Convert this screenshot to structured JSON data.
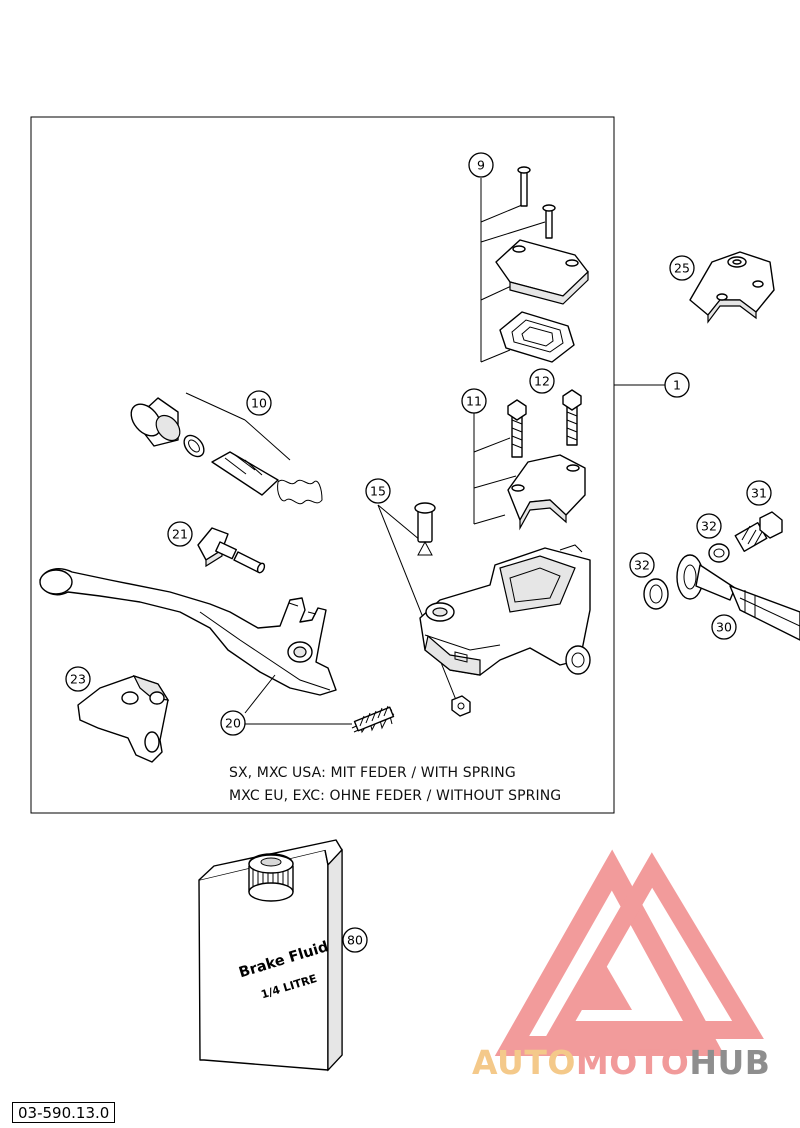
{
  "callouts": [
    {
      "id": "c9",
      "label": "9"
    },
    {
      "id": "c25",
      "label": "25"
    },
    {
      "id": "c1",
      "label": "1"
    },
    {
      "id": "c10",
      "label": "10"
    },
    {
      "id": "c11",
      "label": "11"
    },
    {
      "id": "c12",
      "label": "12"
    },
    {
      "id": "c15",
      "label": "15"
    },
    {
      "id": "c31",
      "label": "31"
    },
    {
      "id": "c21",
      "label": "21"
    },
    {
      "id": "c32a",
      "label": "32"
    },
    {
      "id": "c32b",
      "label": "32"
    },
    {
      "id": "c30",
      "label": "30"
    },
    {
      "id": "c23",
      "label": "23"
    },
    {
      "id": "c20",
      "label": "20"
    },
    {
      "id": "c80",
      "label": "80"
    }
  ],
  "notes": {
    "line1": "SX, MXC USA: MIT FEDER / WITH SPRING",
    "line2": "MXC EU, EXC: OHNE FEDER / WITHOUT SPRING"
  },
  "bottle": {
    "line1": "Brake Fluid",
    "line2": "1/4 LITRE"
  },
  "document_number": "03-590.13.0",
  "watermark": {
    "part1": "AUTO",
    "part2": "MOTO",
    "part3": "HUB",
    "colors": {
      "auto": "#f4c98a",
      "moto": "#f19a9a",
      "hub": "#8e8e8e",
      "logo": "#f08a8a"
    }
  }
}
